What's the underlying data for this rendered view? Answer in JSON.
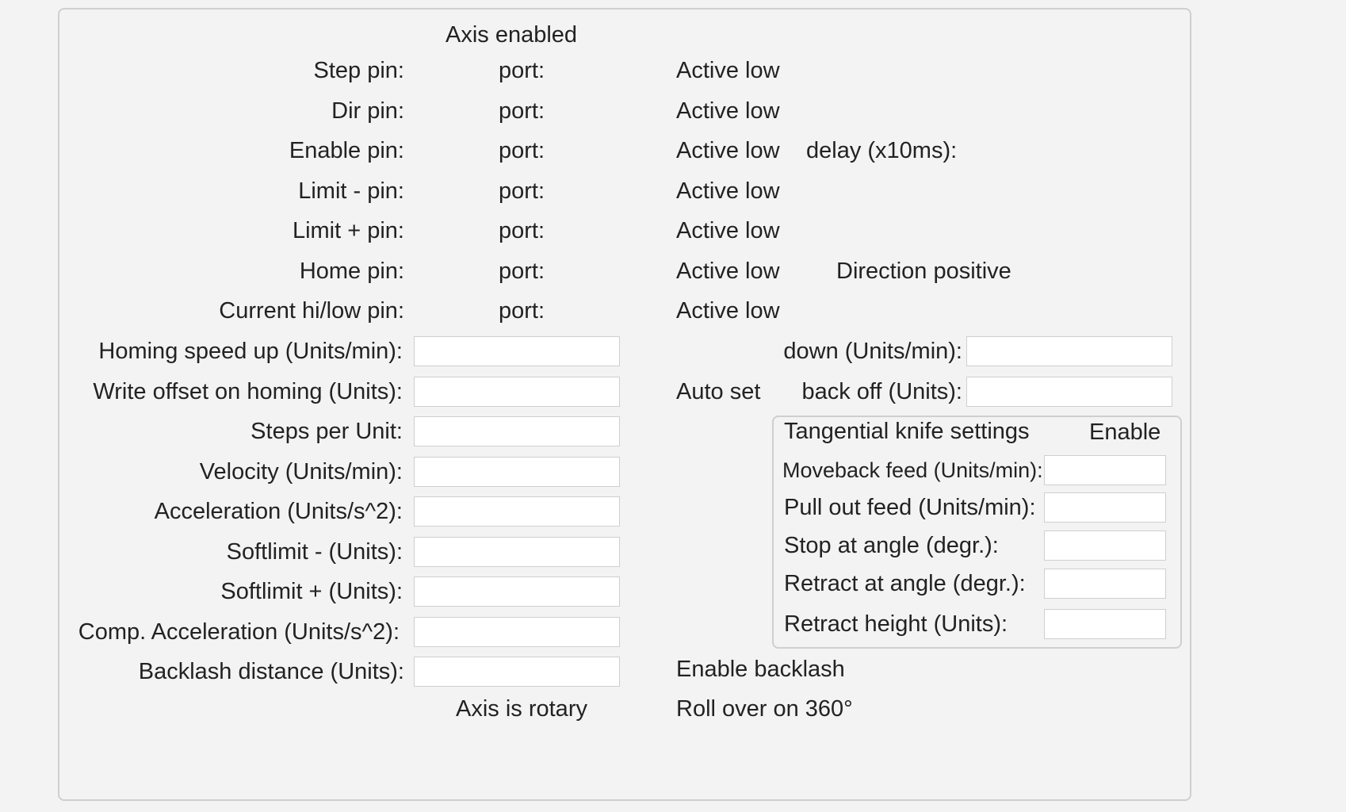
{
  "axis_enabled": "Axis enabled",
  "pin_rows": [
    {
      "label": "Step pin:",
      "port": "port:",
      "active": "Active low"
    },
    {
      "label": "Dir pin:",
      "port": "port:",
      "active": "Active low"
    },
    {
      "label": "Enable pin:",
      "port": "port:",
      "active": "Active low",
      "extra": "delay (x10ms):"
    },
    {
      "label": "Limit - pin:",
      "port": "port:",
      "active": "Active low"
    },
    {
      "label": "Limit + pin:",
      "port": "port:",
      "active": "Active low"
    },
    {
      "label": "Home pin:",
      "port": "port:",
      "active": "Active low",
      "extra": "Direction positive"
    },
    {
      "label": "Current hi/low pin:",
      "port": "port:",
      "active": "Active low"
    }
  ],
  "fields": [
    {
      "label": "Homing speed up (Units/min):",
      "value": ""
    },
    {
      "label": "Write offset on homing (Units):",
      "value": ""
    },
    {
      "label": "Steps per Unit:",
      "value": ""
    },
    {
      "label": "Velocity (Units/min):",
      "value": ""
    },
    {
      "label": "Acceleration (Units/s^2):",
      "value": ""
    },
    {
      "label": "Softlimit - (Units):",
      "value": ""
    },
    {
      "label": "Softlimit + (Units):",
      "value": ""
    },
    {
      "label": "Comp. Acceleration (Units/s^2):",
      "value": ""
    },
    {
      "label": "Backlash distance (Units):",
      "value": ""
    }
  ],
  "homing_down": {
    "label": "down (Units/min):",
    "value": ""
  },
  "auto_set": "Auto set",
  "back_off": {
    "label": "back off (Units):",
    "value": ""
  },
  "tangential_knife": {
    "title": "Tangential knife settings",
    "enable": "Enable",
    "fields": [
      {
        "label": "Moveback feed (Units/min):",
        "value": ""
      },
      {
        "label": "Pull out feed (Units/min):",
        "value": ""
      },
      {
        "label": "Stop at angle (degr.):",
        "value": ""
      },
      {
        "label": "Retract at angle (degr.):",
        "value": ""
      },
      {
        "label": "Retract height (Units):",
        "value": ""
      }
    ]
  },
  "enable_backlash": "Enable backlash",
  "axis_is_rotary": "Axis is rotary",
  "roll_over": "Roll over on 360°"
}
